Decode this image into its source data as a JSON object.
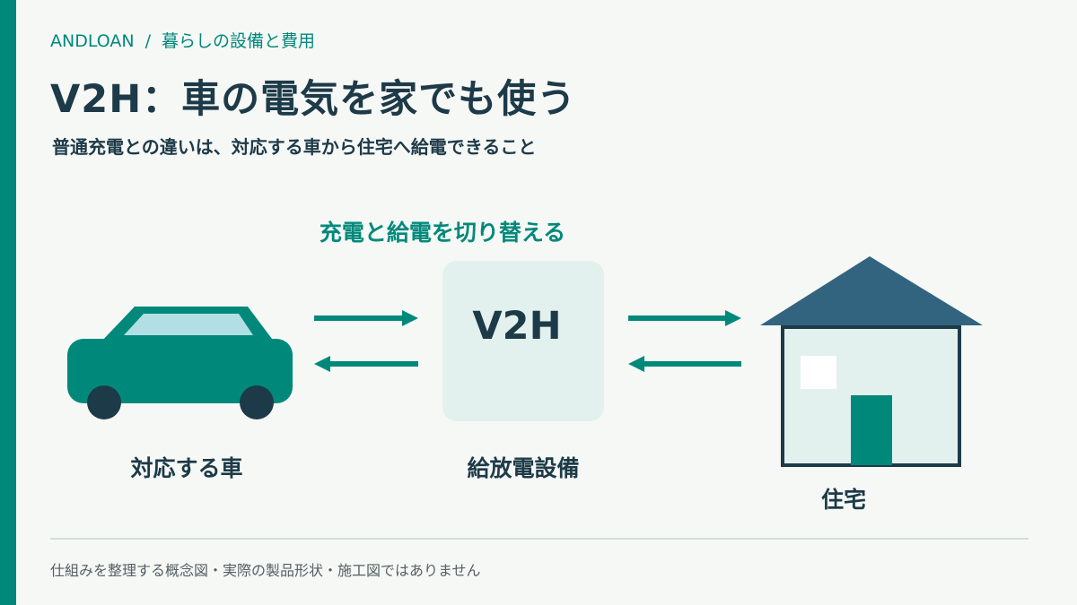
{
  "breadcrumb": {
    "brand": "ANDLOAN",
    "separator": "/",
    "category": "暮らしの設備と費用"
  },
  "header": {
    "title": "V2H：車の電気を家でも使う",
    "subtitle": "普通充電との違いは、対応する車から住宅へ給電できること"
  },
  "diagram": {
    "caption": "充電と給電を切り替える",
    "box_text": "V2H",
    "car_label": "対応する車",
    "v2h_label": "給放電設備",
    "house_label": "住宅"
  },
  "footer": {
    "note": "仕組みを整理する概念図・実際の製品形状・施工図ではありません"
  },
  "colors": {
    "accent": "#00897b",
    "navy": "#1d3a48",
    "roof": "#33647f",
    "light_panel": "#e3f1ee",
    "car_window": "#b2dfe6",
    "background": "#f6f8f6"
  }
}
